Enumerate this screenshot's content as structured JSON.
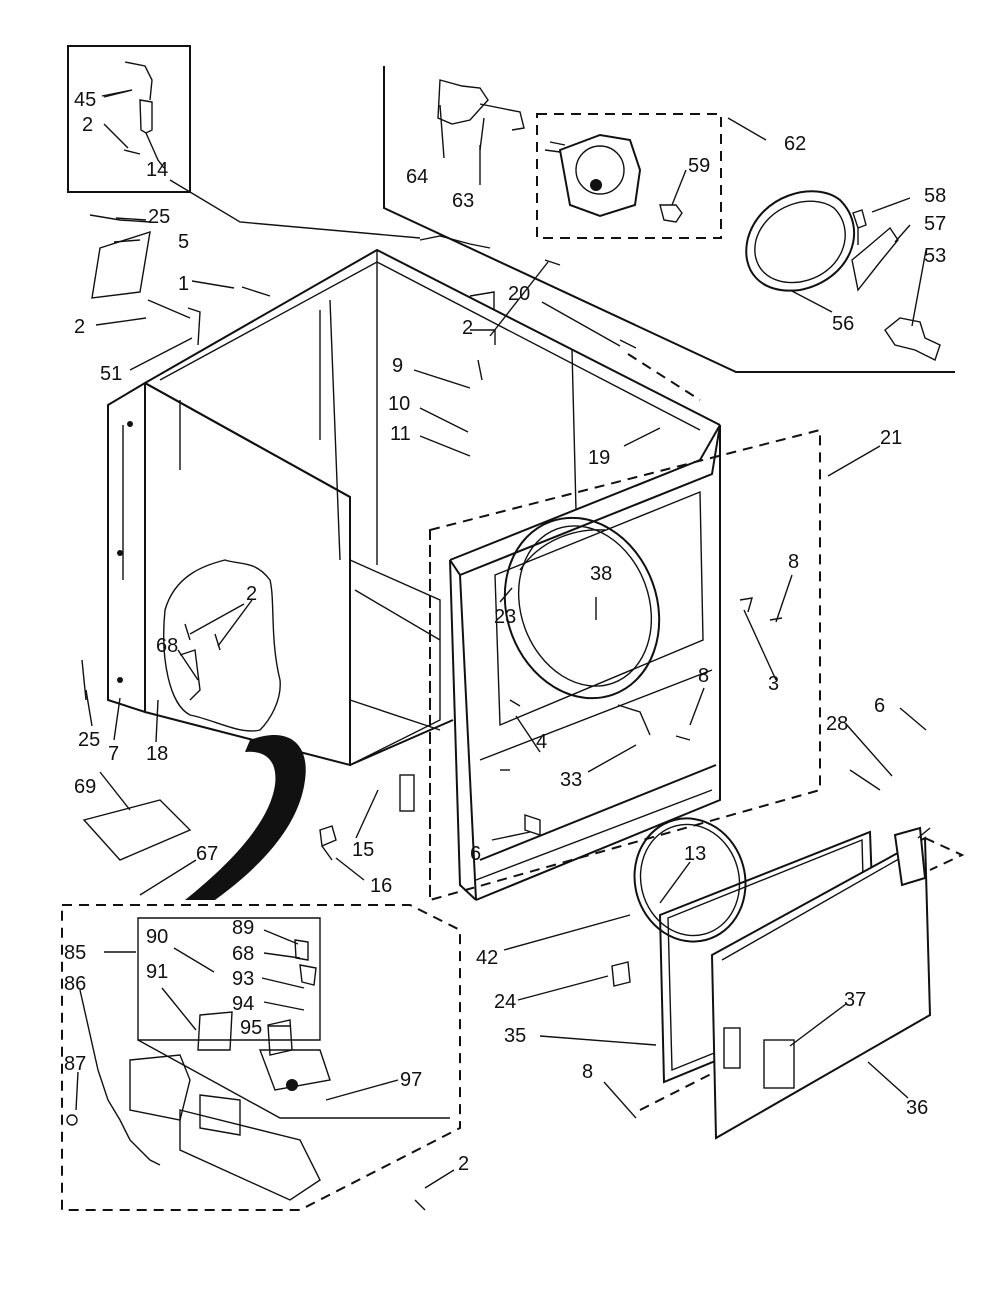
{
  "diagram": {
    "labels": {
      "l45": "45",
      "l2a": "2",
      "l25a": "25",
      "l5": "5",
      "l1": "1",
      "l2b": "2",
      "l51": "51",
      "l14": "14",
      "l64": "64",
      "l63": "63",
      "l62": "62",
      "l59": "59",
      "l58": "58",
      "l57": "57",
      "l53": "53",
      "l56": "56",
      "l20": "20",
      "l2c": "2",
      "l9": "9",
      "l10": "10",
      "l11": "11",
      "l19": "19",
      "l21": "21",
      "l38": "38",
      "l23": "23",
      "l8a": "8",
      "l3": "3",
      "l8b": "8",
      "l4": "4",
      "l33": "33",
      "l2d": "2",
      "l68a": "68",
      "l25b": "25",
      "l7": "7",
      "l18": "18",
      "l69": "69",
      "l67": "67",
      "l15": "15",
      "l16": "16",
      "l6a": "6",
      "l6b": "6",
      "l28": "28",
      "l13": "13",
      "l42": "42",
      "l24": "24",
      "l35": "35",
      "l37": "37",
      "l36": "36",
      "l8c": "8",
      "l85": "85",
      "l90": "90",
      "l89": "89",
      "l68b": "68",
      "l91": "91",
      "l93": "93",
      "l86": "86",
      "l94": "94",
      "l95": "95",
      "l87": "87",
      "l97": "97",
      "l2e": "2"
    }
  }
}
